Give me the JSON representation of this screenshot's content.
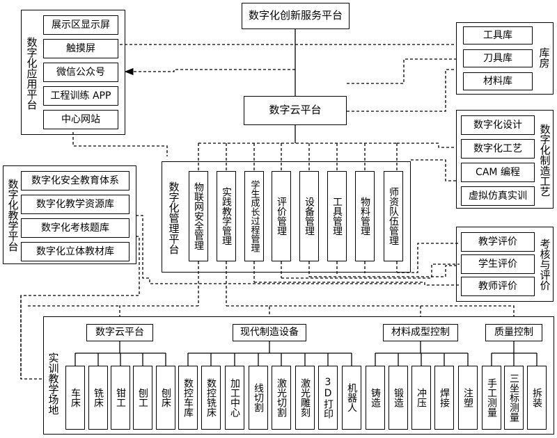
{
  "top_platform": "数字化创新服务平台",
  "cloud_platform": "数字云平台",
  "app_platform": {
    "label": "数字化应用平台",
    "items": [
      "展示区显示屏",
      "触摸屏",
      "微信公众号",
      "工程训练 APP",
      "中心网站"
    ]
  },
  "teaching_platform": {
    "label": "数字化教学平台",
    "items": [
      "数字化安全教育体系",
      "数字化教学资源库",
      "数字化考核题库",
      "数字化立体教材库"
    ]
  },
  "warehouse": {
    "label": "库房",
    "items": [
      "工具库",
      "刀具库",
      "材料库"
    ]
  },
  "manufacturing": {
    "label": "数字化制造工艺",
    "items": [
      "数字化设计",
      "数字化工艺",
      "CAM 编程",
      "虚拟仿真实训"
    ]
  },
  "evaluation": {
    "label": "考核与评价",
    "items": [
      "教学评价",
      "学生评价",
      "教师评价"
    ]
  },
  "management": {
    "label": "数字化管理平台",
    "items": [
      "物联网安全管理",
      "实践教学管理",
      "学生成长过程管理",
      "评价管理",
      "设备管理",
      "工具管理",
      "物料管理",
      "师资队伍管理"
    ]
  },
  "training_site": {
    "label": "实训教学场地",
    "categories": [
      "数字云平台",
      "现代制造设备",
      "材料成型控制",
      "质量控制"
    ],
    "groups": [
      [
        "车床",
        "铣床",
        "钳工",
        "刨工",
        "刨床"
      ],
      [
        "数控车库",
        "数控铣床",
        "加工中心",
        "线切割",
        "激光切割",
        "激光雕刻",
        "3D打印",
        "机器人"
      ],
      [
        "铸造",
        "锻造",
        "冲压",
        "焊接",
        "注塑"
      ],
      [
        "手工测量",
        "三坐标测量",
        "拆装"
      ]
    ]
  }
}
